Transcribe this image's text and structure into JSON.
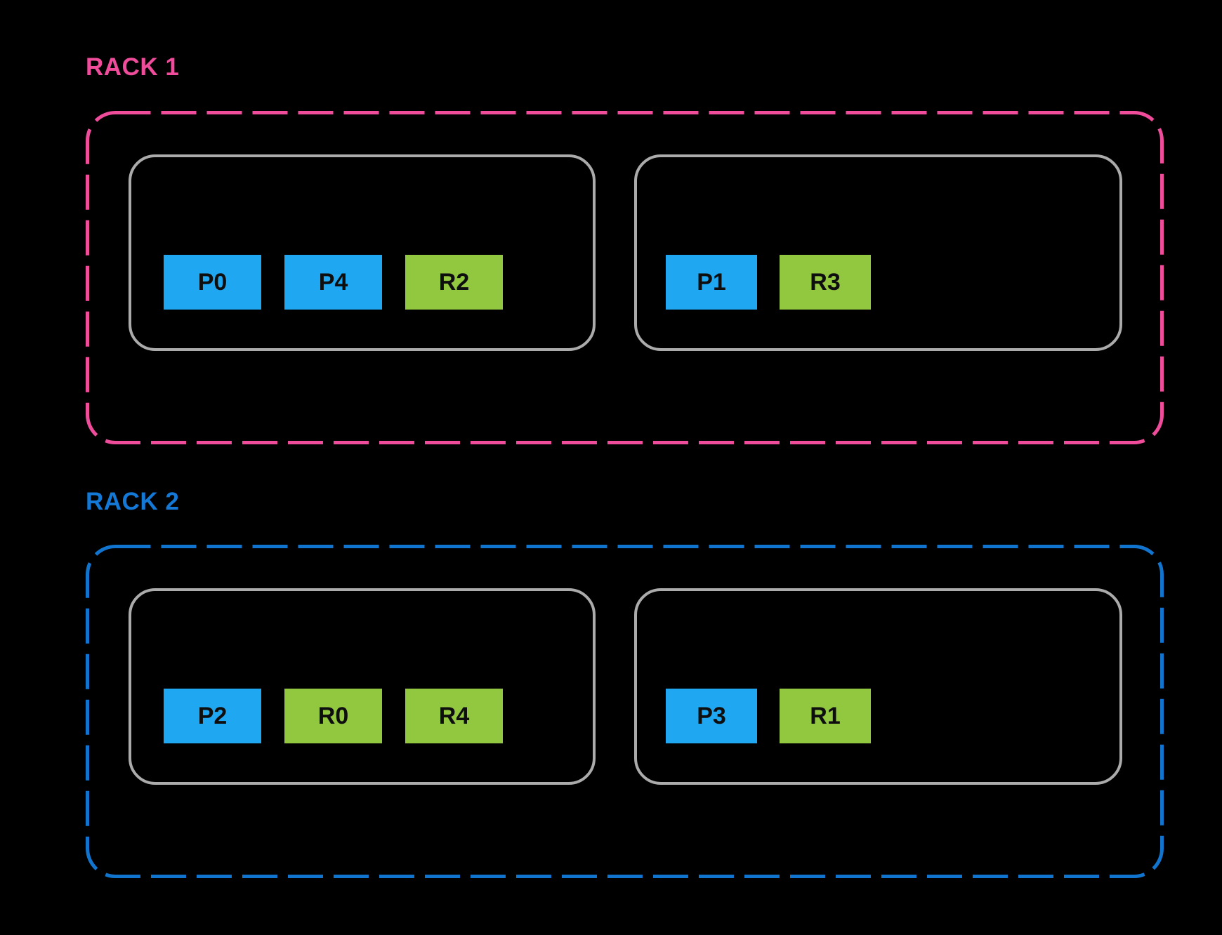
{
  "colors": {
    "background": "#000000",
    "rack1_accent": "#F04C9C",
    "rack2_accent": "#1175CF",
    "primary_block": "#1FA8F1",
    "replica_block": "#92C740",
    "host_border": "#ABABAB",
    "block_text": "#0E0E0E"
  },
  "racks": [
    {
      "label": "RACK 1",
      "hosts": [
        {
          "blocks": [
            {
              "label": "P0",
              "type": "primary"
            },
            {
              "label": "P4",
              "type": "primary"
            },
            {
              "label": "R2",
              "type": "replica"
            }
          ]
        },
        {
          "blocks": [
            {
              "label": "P1",
              "type": "primary"
            },
            {
              "label": "R3",
              "type": "replica"
            }
          ]
        }
      ]
    },
    {
      "label": "RACK 2",
      "hosts": [
        {
          "blocks": [
            {
              "label": "P2",
              "type": "primary"
            },
            {
              "label": "R0",
              "type": "replica"
            },
            {
              "label": "R4",
              "type": "replica"
            }
          ]
        },
        {
          "blocks": [
            {
              "label": "P3",
              "type": "primary"
            },
            {
              "label": "R1",
              "type": "replica"
            }
          ]
        }
      ]
    }
  ]
}
